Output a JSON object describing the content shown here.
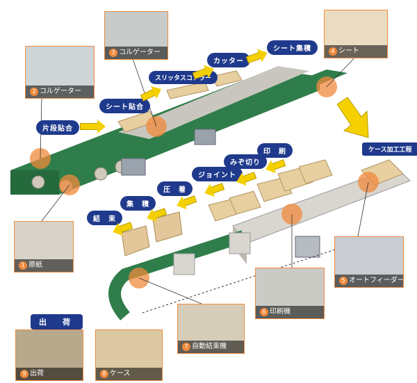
{
  "photos": [
    {
      "key": "corrugator2",
      "num": "2",
      "label": "コルゲーター"
    },
    {
      "key": "corrugator3",
      "num": "3",
      "label": "コルゲーター"
    },
    {
      "key": "sheet",
      "num": "4",
      "label": "シート"
    },
    {
      "key": "paper",
      "num": "1",
      "label": "原紙"
    },
    {
      "key": "feeder",
      "num": "5",
      "label": "オートフィーダー"
    },
    {
      "key": "printer",
      "num": "6",
      "label": "印刷機"
    },
    {
      "key": "binder",
      "num": "7",
      "label": "自動結束機"
    },
    {
      "key": "case",
      "num": "8",
      "label": "ケース"
    },
    {
      "key": "ship",
      "num": "9",
      "label": "出荷"
    }
  ],
  "labels": {
    "single_face": "片段貼合",
    "sheet_laminate": "シート貼合",
    "slitter": "スリッタスコアラー",
    "cutter": "カッター",
    "sheet_stack": "シート集積",
    "case_process": "ケース加工工程",
    "print": "印　刷",
    "grooving": "みぞ切り",
    "joint": "ジョイント",
    "compress": "圧　着",
    "stack": "集　積",
    "bind": "結　束",
    "shipping": "出　荷"
  }
}
